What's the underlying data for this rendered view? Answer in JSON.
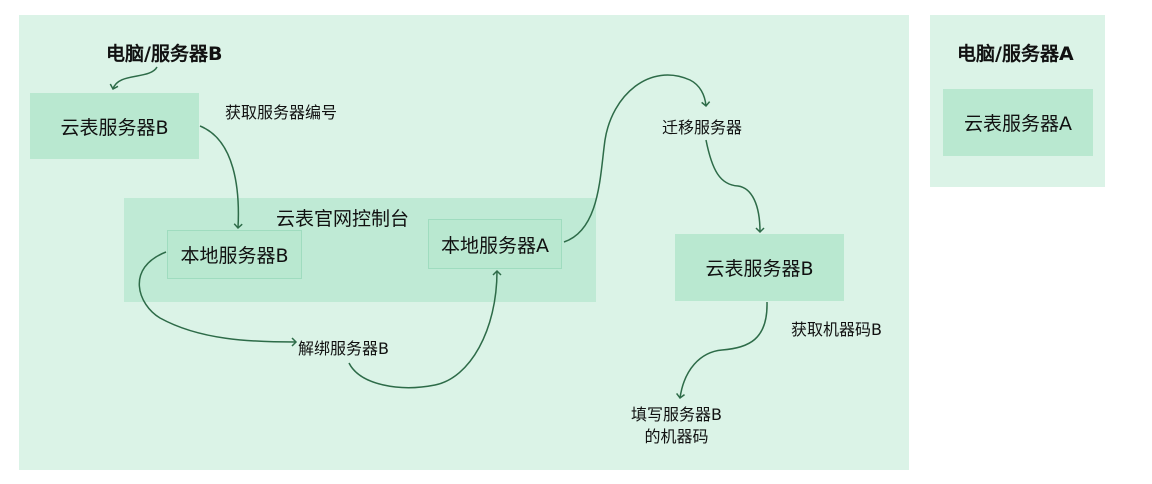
{
  "panels": {
    "left_title": "电脑/服务器B",
    "right_title": "电脑/服务器A"
  },
  "console": {
    "label": "云表官网控制台"
  },
  "nodes": {
    "cloud_server_b_top": "云表服务器B",
    "local_server_b": "本地服务器B",
    "local_server_a": "本地服务器A",
    "cloud_server_b_right": "云表服务器B",
    "cloud_server_a": "云表服务器A"
  },
  "edge_labels": {
    "get_server_number": "获取服务器编号",
    "migrate_server": "迁移服务器",
    "unbind_server_b": "解绑服务器B",
    "get_machine_code_b": "获取机器码B",
    "fill_machine_code_line1": "填写服务器B",
    "fill_machine_code_line2": "的机器码"
  },
  "colors": {
    "panel": "#dbf3e7",
    "node": "#b9e8d0",
    "edge": "#2d6b48"
  }
}
